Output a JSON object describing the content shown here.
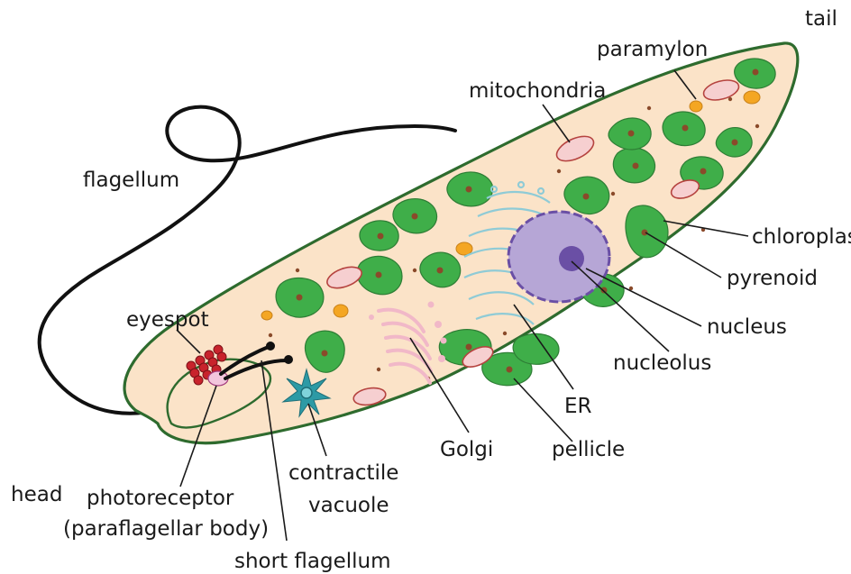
{
  "diagram": {
    "labels": {
      "tail": "tail",
      "paramylon": "paramylon",
      "mitochondria": "mitochondria",
      "flagellum": "flagellum",
      "chloroplast": "chloroplast",
      "pyrenoid": "pyrenoid",
      "nucleus": "nucleus",
      "nucleolus": "nucleolus",
      "eyespot": "eyespot",
      "er": "ER",
      "golgi": "Golgi",
      "pellicle": "pellicle",
      "contractile_line1": "contractile",
      "contractile_line2": "vacuole",
      "head": "head",
      "photoreceptor_line1": "photoreceptor",
      "photoreceptor_line2": "(paraflagellar body)",
      "short_flagellum": "short flagellum"
    },
    "colors": {
      "cytoplasm": "#fbe3c8",
      "pellicle": "#2e6b2e",
      "chloroplast": "#3fae49",
      "pyrenoid": "#8a4a2a",
      "mitochondria_fill": "#f6cfd0",
      "mitochondria_edge": "#b5433f",
      "paramylon": "#f4a623",
      "nucleus": "#b6a6d6",
      "nucleolus": "#6a4fa5",
      "er": "#8fcbd6",
      "golgi": "#f1b8c8",
      "eyespot": "#c8232c",
      "photoreceptor": "#f3c6dd",
      "contractile_vacuole": "#2d9aa5",
      "flagellum": "#111111"
    }
  }
}
